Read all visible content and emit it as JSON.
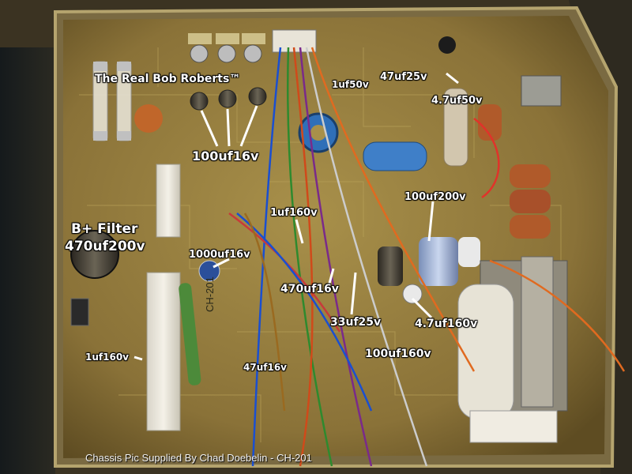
{
  "colors": {
    "board": "#8f7a3c",
    "board_dark": "#6a5628",
    "chassis": "#4a4030",
    "label_text": "#ffffff",
    "pointer": "#ffffff"
  },
  "header": {
    "watermark": "The Real Bob Roberts™"
  },
  "annotations": {
    "c_100uf16v": "100uf16v",
    "c_1uf50v": "1uf50v",
    "c_47uf25v": "47uf25v",
    "c_4_7uf50v": "4.7uf50v",
    "b_plus_filter": "B+ Filter",
    "c_470uf200v": "470uf200v",
    "c_1uf160v_top": "1uf160v",
    "c_100uf200v": "100uf200v",
    "c_1000uf16v": "1000uf16v",
    "c_470uf16v": "470uf16v",
    "c_33uf25v": "33uf25v",
    "c_4_7uf160v": "4.7uf160v",
    "c_100uf160v": "100uf160v",
    "c_1uf160v_bottom": "1uf160v",
    "c_47uf16v": "47uf16v"
  },
  "board_print": {
    "model": "CH-201"
  },
  "footer": {
    "credit": "Chassis Pic Supplied By Chad Doebelin - CH-201"
  }
}
